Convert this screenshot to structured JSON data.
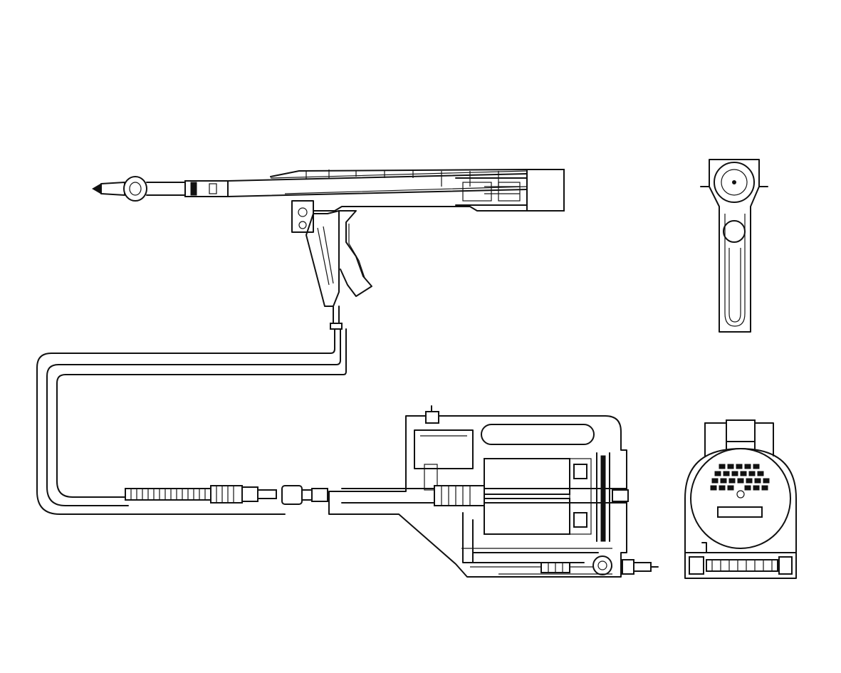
{
  "drawing": {
    "background": "#ffffff",
    "line_color": "#111111",
    "views": [
      {
        "id": "gun-side-view"
      },
      {
        "id": "gun-front-view"
      },
      {
        "id": "base-unit-side-view"
      },
      {
        "id": "base-unit-front-view"
      },
      {
        "id": "connecting-hose"
      }
    ]
  }
}
